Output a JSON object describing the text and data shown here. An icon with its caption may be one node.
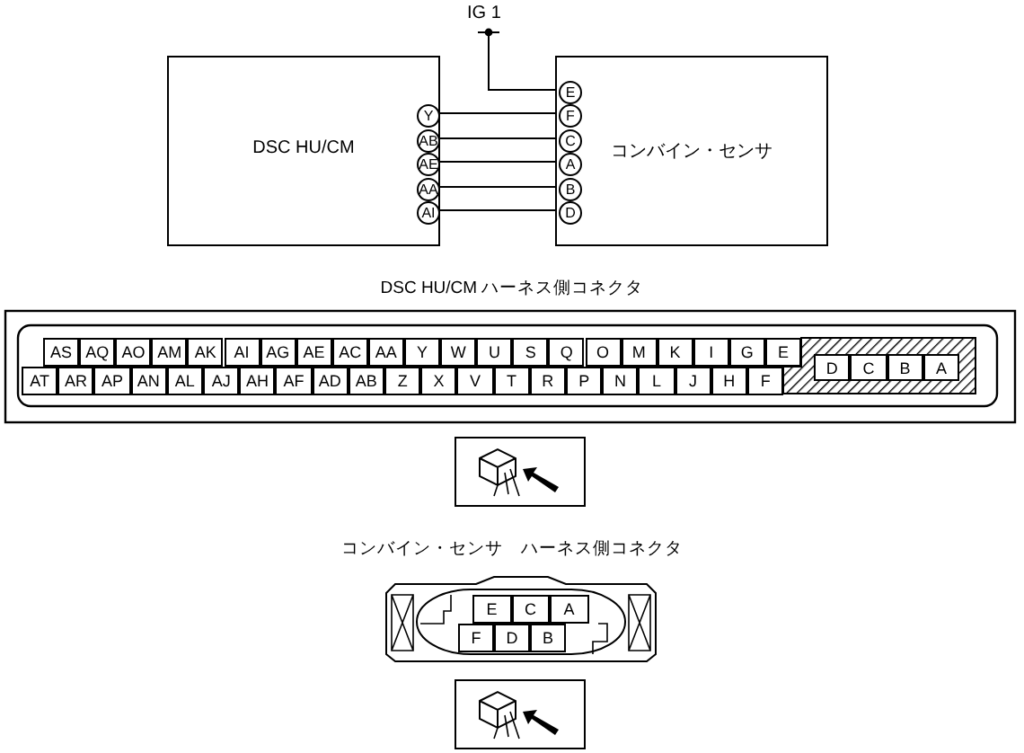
{
  "diagram": {
    "nodes": [
      {
        "text": [
          "DSC HU/CM"
        ]
      },
      {
        "text": [
          "Y"
        ],
        "in": 0
      },
      {
        "text": [
          "AB"
        ],
        "in": 0
      },
      {
        "text": [
          "AE"
        ],
        "in": 0
      },
      {
        "text": [
          "AA"
        ],
        "in": 0
      },
      {
        "text": [
          "AI"
        ],
        "in": 0
      },
      {
        "text": [
          "コンバイン・センサ"
        ]
      },
      {
        "text": [
          "E"
        ],
        "in": 6
      },
      {
        "text": [
          "F"
        ],
        "in": 6
      },
      {
        "text": [
          "C"
        ],
        "in": 6
      },
      {
        "text": [
          "A"
        ],
        "in": 6
      },
      {
        "text": [
          "B"
        ],
        "in": 6
      },
      {
        "text": [
          "D"
        ],
        "in": 6
      },
      {
        "text": [
          "IG 1"
        ]
      }
    ],
    "edges": [
      {
        "from": 13,
        "to": 7,
        "arrow": "none"
      },
      {
        "from": 1,
        "to": 8,
        "arrow": "none"
      },
      {
        "from": 2,
        "to": 9,
        "arrow": "none"
      },
      {
        "from": 3,
        "to": 10,
        "arrow": "none"
      },
      {
        "from": 4,
        "to": 11,
        "arrow": "none"
      },
      {
        "from": 5,
        "to": 12,
        "arrow": "none"
      }
    ],
    "labels": [
      "DSC HU/CM ハーネス側コネクタ",
      "AS",
      "AQ",
      "AO",
      "AM",
      "AK",
      "AI",
      "AG",
      "AE",
      "AC",
      "AA",
      "Y",
      "W",
      "U",
      "S",
      "Q",
      "O",
      "M",
      "K",
      "I",
      "G",
      "E",
      "D",
      "C",
      "B",
      "A",
      "AT",
      "AR",
      "AP",
      "AN",
      "AL",
      "AJ",
      "AH",
      "AF",
      "AD",
      "AB",
      "Z",
      "X",
      "V",
      "T",
      "R",
      "P",
      "N",
      "L",
      "J",
      "H",
      "F",
      "コンバイン・センサ　ハーネス側コネクタ",
      "E",
      "C",
      "A",
      "F",
      "D",
      "B"
    ]
  }
}
